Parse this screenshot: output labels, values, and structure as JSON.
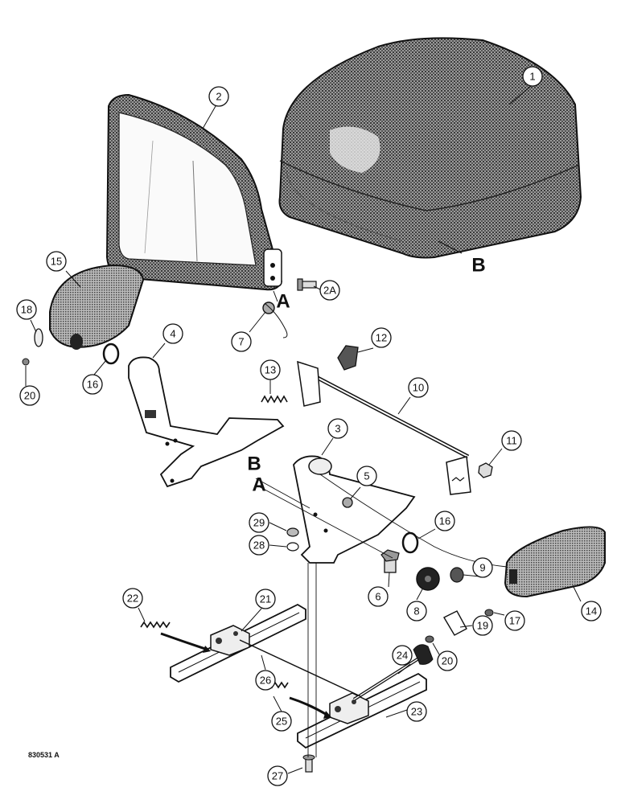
{
  "drawing_number": "830531 A",
  "reference_letters": [
    "A",
    "B"
  ],
  "callouts": [
    "1",
    "2",
    "2A",
    "3",
    "4",
    "5",
    "6",
    "7",
    "8",
    "9",
    "10",
    "11",
    "12",
    "13",
    "14",
    "15",
    "16",
    "17",
    "18",
    "19",
    "20",
    "21",
    "22",
    "23",
    "24",
    "25",
    "26",
    "27",
    "28",
    "29"
  ],
  "colors": {
    "ink": "#111111",
    "fabric": "#8a8a8a",
    "paper": "#ffffff"
  }
}
